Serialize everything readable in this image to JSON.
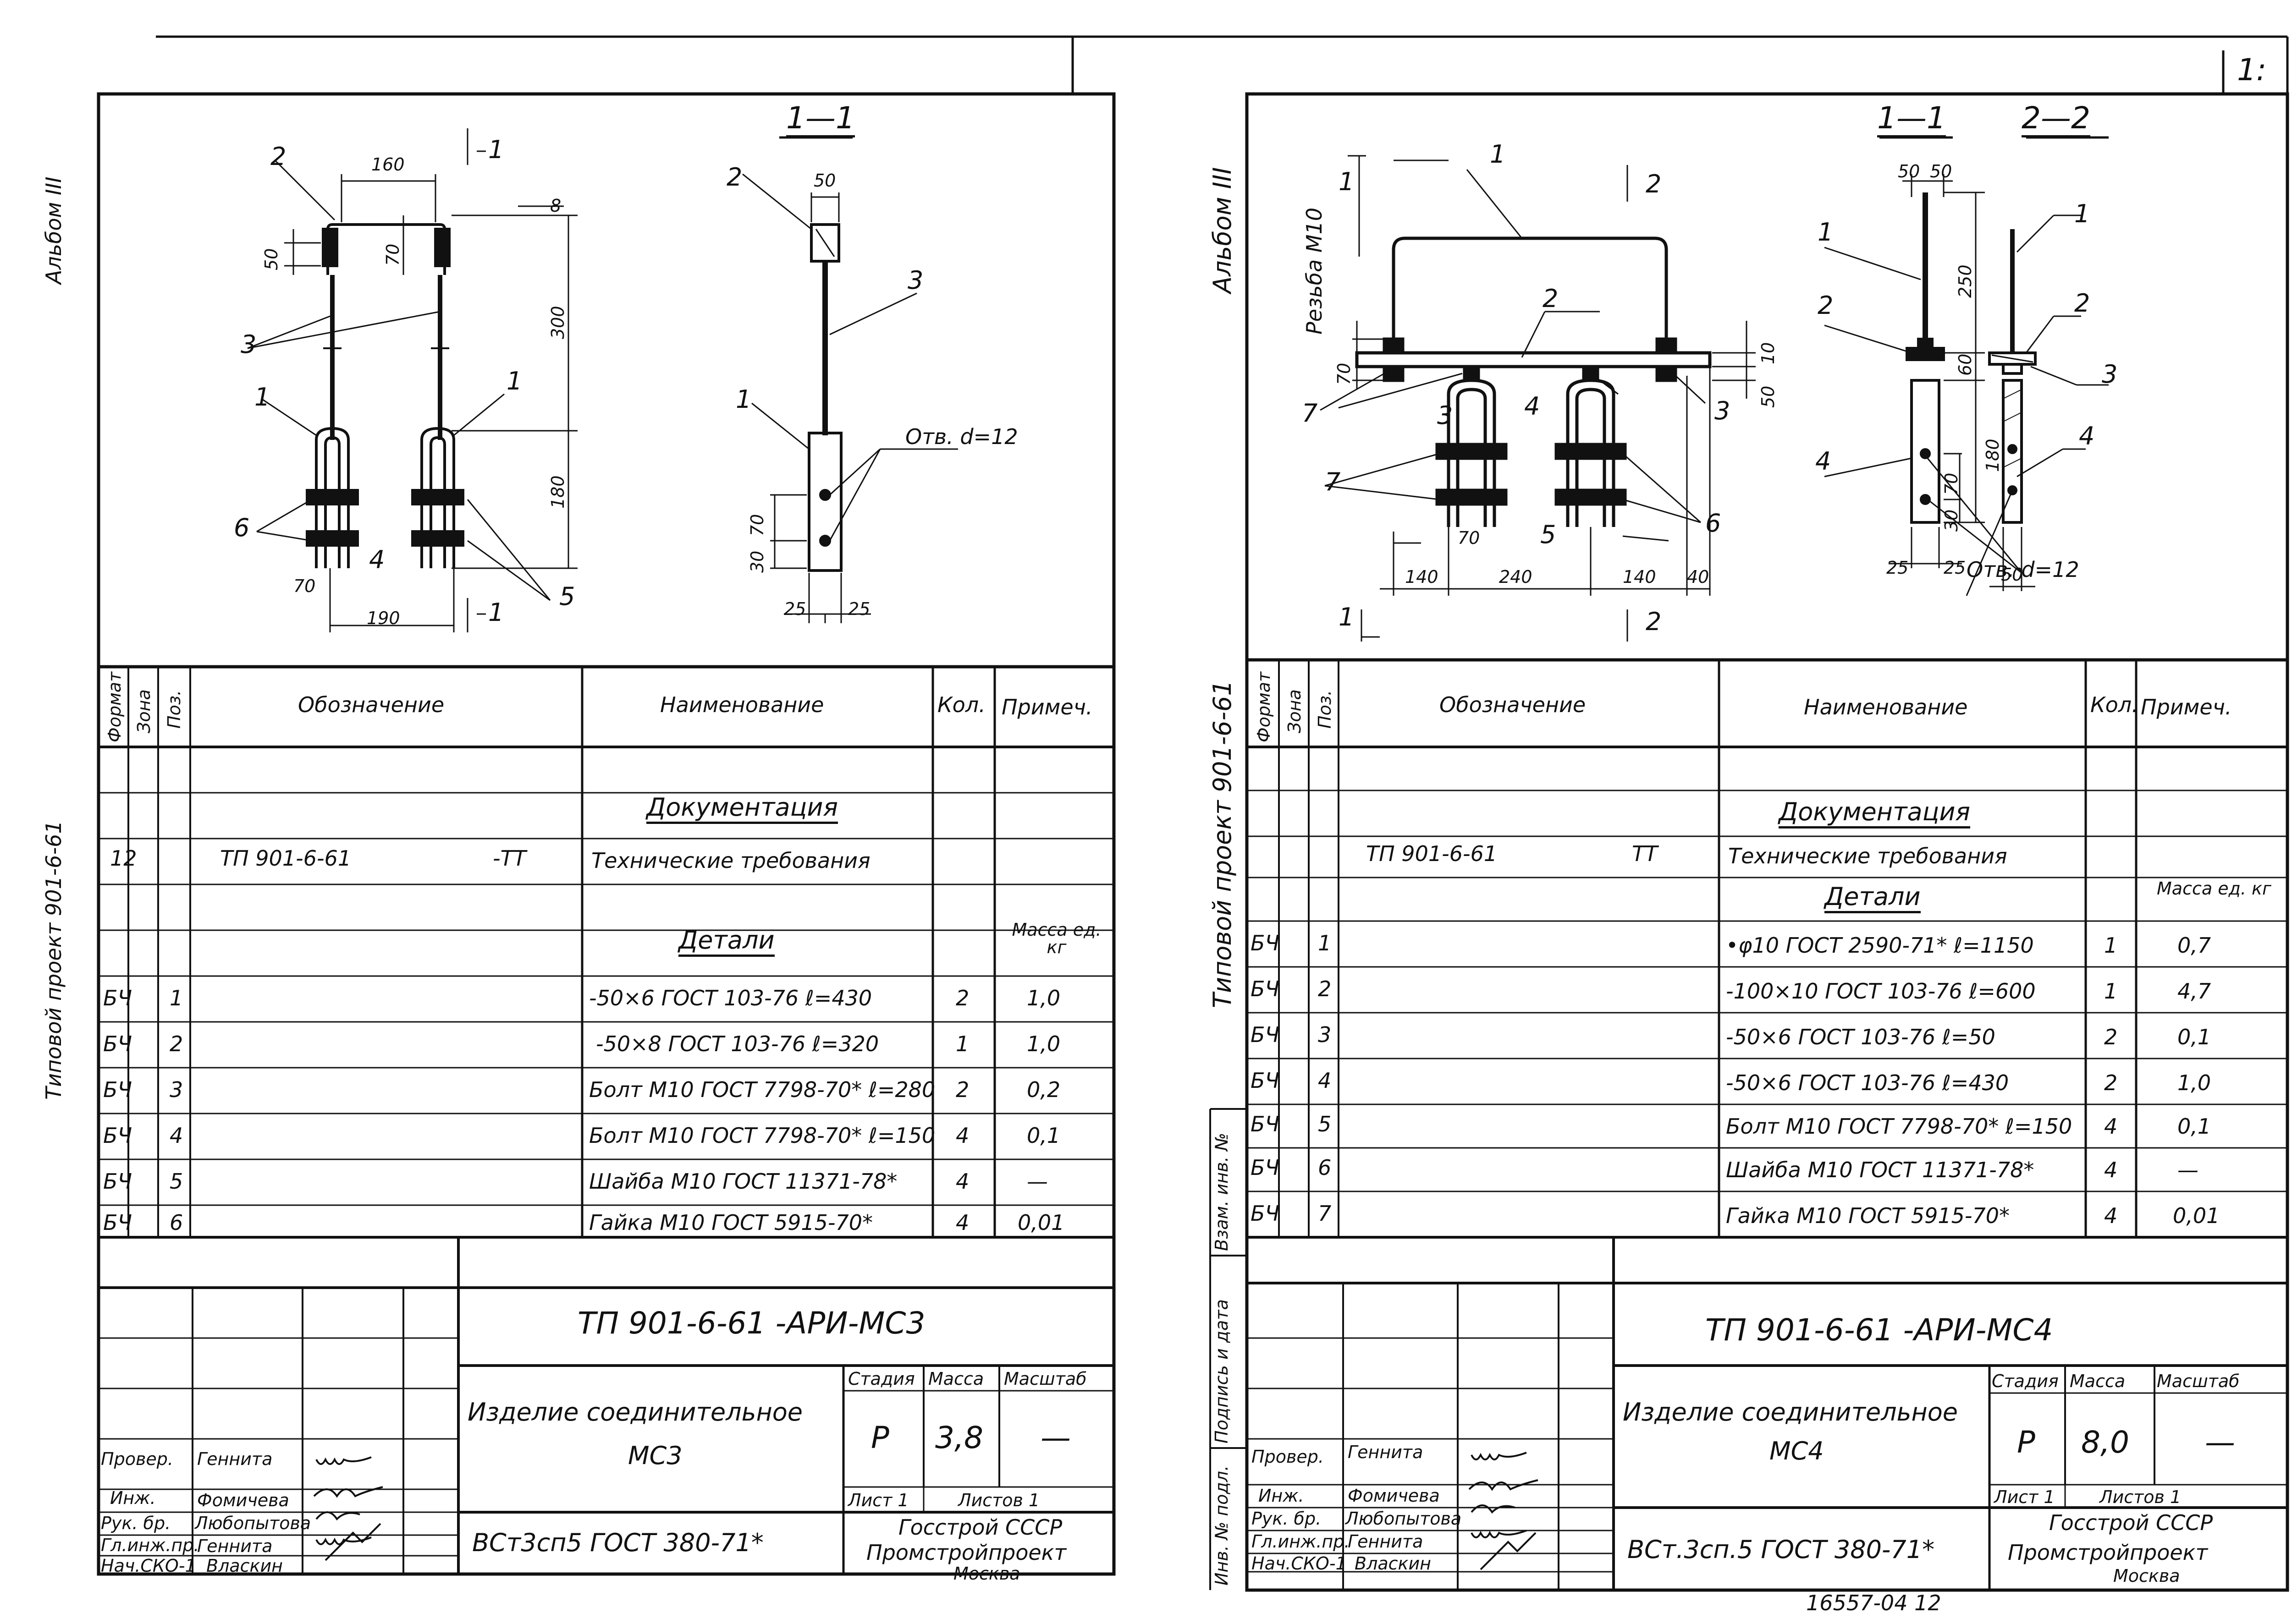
{
  "top_corner": "1:",
  "sheets": [
    {
      "album_side": "Альбом III",
      "project_side": "Типовой проект 901-6-61",
      "drawing": {
        "section_label": "1—1",
        "cut_marks": [
          "1",
          "1"
        ],
        "pos_labels": [
          "1",
          "2",
          "3",
          "4",
          "5",
          "6",
          "1",
          "2",
          "3"
        ],
        "dims": [
          "160",
          "8",
          "50",
          "70",
          "300",
          "180",
          "70",
          "190",
          "50",
          "70",
          "30",
          "25",
          "25"
        ],
        "hole_note": "Отв. d=12"
      },
      "spec": {
        "headers": {
          "format": "Формат",
          "zone": "Зона",
          "pos": "Поз.",
          "designation": "Обозначение",
          "name": "Наименование",
          "qty": "Кол.",
          "note": "Примеч."
        },
        "doc_section": "Документация",
        "doc_row": {
          "format": "12",
          "designation": "ТП 901-6-61",
          "code": "-ТТ",
          "name": "Технические требования"
        },
        "details_section": "Детали",
        "mass_header": "Масса ед. кг",
        "rows": [
          {
            "fmt": "БЧ",
            "pos": "1",
            "name": "-50×6 ГОСТ 103-76  ℓ=430",
            "qty": "2",
            "note": "1,0"
          },
          {
            "fmt": "БЧ",
            "pos": "2",
            "name": "-50×8 ГОСТ 103-76  ℓ=320",
            "qty": "1",
            "note": "1,0"
          },
          {
            "fmt": "БЧ",
            "pos": "3",
            "name": "Болт М10 ГОСТ 7798-70* ℓ=280",
            "qty": "2",
            "note": "0,2"
          },
          {
            "fmt": "БЧ",
            "pos": "4",
            "name": "Болт М10 ГОСТ 7798-70* ℓ=150",
            "qty": "4",
            "note": "0,1"
          },
          {
            "fmt": "БЧ",
            "pos": "5",
            "name": "Шайба М10 ГОСТ 11371-78*",
            "qty": "4",
            "note": "—"
          },
          {
            "fmt": "БЧ",
            "pos": "6",
            "name": "Гайка М10 ГОСТ 5915-70*",
            "qty": "4",
            "note": "0,01"
          }
        ]
      },
      "title_block": {
        "code": "ТП 901-6-61    -АРИ-МС3",
        "item_name_1": "Изделие соединительное",
        "item_name_2": "МС3",
        "stage_label": "Стадия",
        "mass_label": "Масса",
        "scale_label": "Масштаб",
        "stage": "Р",
        "mass": "3,8",
        "scale": "—",
        "sheet_label": "Лист 1",
        "sheets_label": "Листов 1",
        "material": "ВСт3сп5  ГОСТ 380-71*",
        "org_1": "Госстрой  СССР",
        "org_2": "Промстройпроект",
        "org_3": "Москва",
        "people": [
          {
            "role": "Провер.",
            "name": "Геннита"
          },
          {
            "role": "Инж.",
            "name": "Фомичева"
          },
          {
            "role": "Рук. бр.",
            "name": "Любопытова"
          },
          {
            "role": "Гл.инж.пр.",
            "name": "Геннита"
          },
          {
            "role": "Нач.СКО-1",
            "name": "Власкин"
          }
        ]
      }
    },
    {
      "album_side": "Альбом III",
      "project_side": "Типовой проект 901-6-61",
      "side_stamp": [
        "Инв. № подл.",
        "Подпись и дата",
        "Взам. инв. №"
      ],
      "drawing": {
        "section_labels": [
          "1—1",
          "2—2"
        ],
        "cut_marks": [
          "1",
          "2",
          "1",
          "2"
        ],
        "thread_note": "Резьба М10",
        "pos_labels": [
          "1",
          "2",
          "3",
          "4",
          "5",
          "6",
          "7",
          "7",
          "3",
          "1",
          "2",
          "4",
          "1",
          "2",
          "3",
          "4"
        ],
        "dims": [
          "70",
          "10",
          "50",
          "140",
          "240",
          "140",
          "40",
          "70",
          "50",
          "50",
          "250",
          "60",
          "180",
          "70",
          "30",
          "25",
          "25",
          "50"
        ],
        "hole_note": "Отв. d=12"
      },
      "spec": {
        "headers": {
          "format": "Формат",
          "zone": "Зона",
          "pos": "Поз.",
          "designation": "Обозначение",
          "name": "Наименование",
          "qty": "Кол.",
          "note": "Примеч."
        },
        "doc_section": "Документация",
        "doc_row": {
          "designation": "ТП 901-6-61",
          "code": "ТТ",
          "name": "Технические требования"
        },
        "details_section": "Детали",
        "mass_header": "Масса ед. кг",
        "rows": [
          {
            "fmt": "БЧ",
            "pos": "1",
            "name": "•φ10 ГОСТ 2590-71* ℓ=1150",
            "qty": "1",
            "note": "0,7"
          },
          {
            "fmt": "БЧ",
            "pos": "2",
            "name": "-100×10 ГОСТ 103-76 ℓ=600",
            "qty": "1",
            "note": "4,7"
          },
          {
            "fmt": "БЧ",
            "pos": "3",
            "name": "-50×6 ГОСТ 103-76 ℓ=50",
            "qty": "2",
            "note": "0,1"
          },
          {
            "fmt": "БЧ",
            "pos": "4",
            "name": "-50×6 ГОСТ 103-76 ℓ=430",
            "qty": "2",
            "note": "1,0"
          },
          {
            "fmt": "БЧ",
            "pos": "5",
            "name": "Болт М10 ГОСТ 7798-70* ℓ=150",
            "qty": "4",
            "note": "0,1"
          },
          {
            "fmt": "БЧ",
            "pos": "6",
            "name": "Шайба М10 ГОСТ 11371-78*",
            "qty": "4",
            "note": "—"
          },
          {
            "fmt": "БЧ",
            "pos": "7",
            "name": "Гайка М10 ГОСТ 5915-70*",
            "qty": "4",
            "note": "0,01"
          }
        ]
      },
      "title_block": {
        "code": "ТП 901-6-61    -АРИ-МС4",
        "item_name_1": "Изделие соединительное",
        "item_name_2": "МС4",
        "stage_label": "Стадия",
        "mass_label": "Масса",
        "scale_label": "Масштаб",
        "stage": "Р",
        "mass": "8,0",
        "scale": "—",
        "sheet_label": "Лист 1",
        "sheets_label": "Листов 1",
        "material": "ВСт.3сп.5  ГОСТ 380-71*",
        "org_1": "Госстрой  СССР",
        "org_2": "Промстройпроект",
        "org_3": "Москва",
        "people": [
          {
            "role": "Провер.",
            "name": "Геннита"
          },
          {
            "role": "Инж.",
            "name": "Фомичева"
          },
          {
            "role": "Рук. бр.",
            "name": "Любопытова"
          },
          {
            "role": "Гл.инж.пр.",
            "name": "Геннита"
          },
          {
            "role": "Нач.СКО-1",
            "name": "Власкин"
          }
        ]
      }
    }
  ],
  "bottom_stamp": "16557-04  12"
}
